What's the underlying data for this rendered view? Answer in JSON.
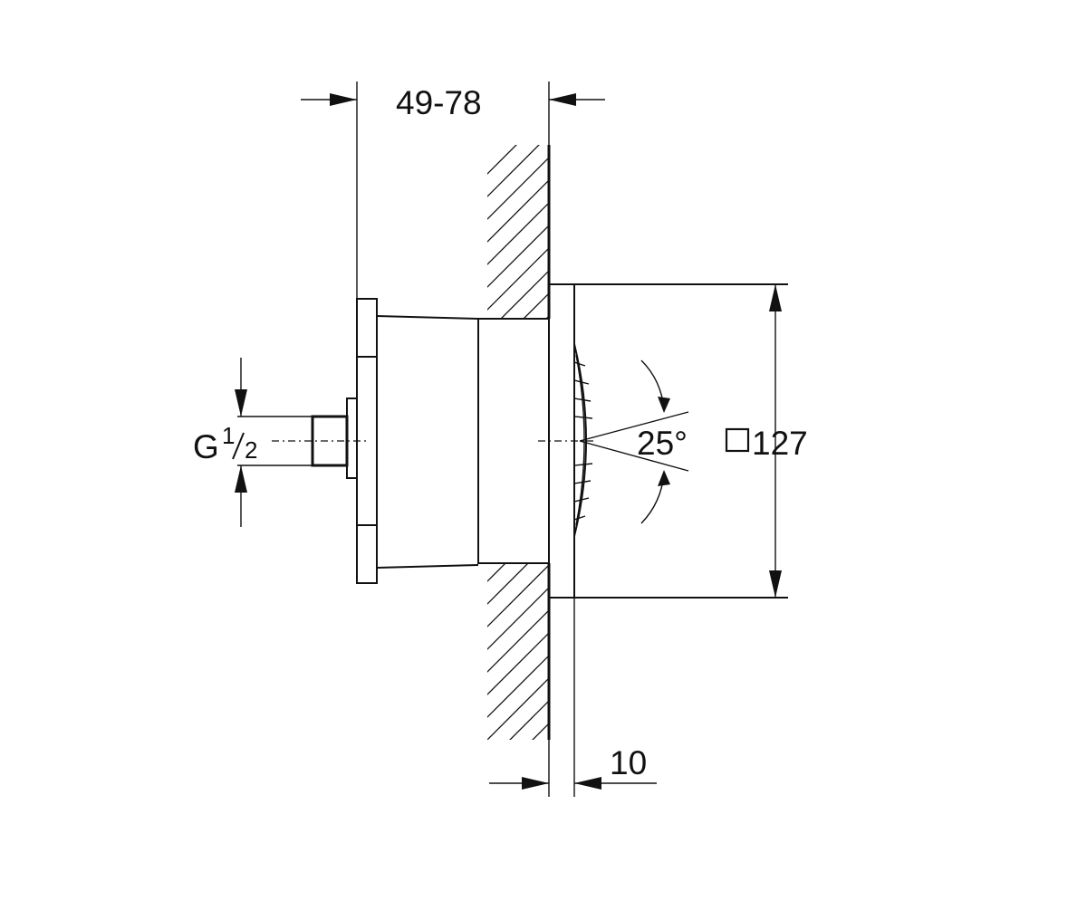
{
  "dimensions": {
    "depth_range": "49-78",
    "thread": {
      "prefix": "G",
      "numerator": "1",
      "denominator": "2"
    },
    "angle": "25°",
    "size": "127",
    "flange": "10"
  },
  "icons": {
    "square_symbol": "square-outline-icon"
  },
  "colors": {
    "line": "#111111",
    "background": "#ffffff"
  }
}
